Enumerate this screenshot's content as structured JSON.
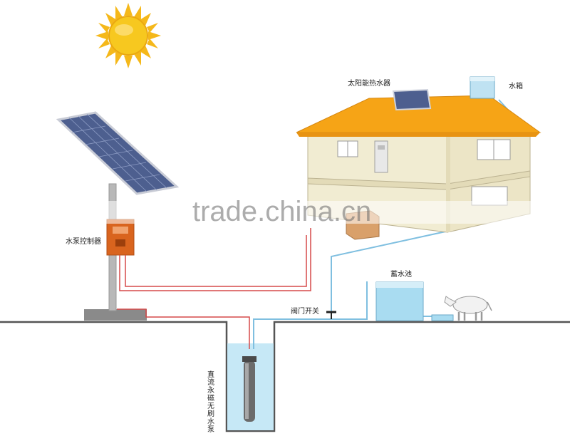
{
  "labels": {
    "solar_water_heater": "太阳能热水器",
    "water_tank": "水箱",
    "pump_controller": "水泵控制器",
    "reservoir": "蓄水池",
    "valve_switch": "阀门开关",
    "dc_pump": "直流永磁无刷水泵"
  },
  "watermark": "trade.china.cn",
  "colors": {
    "sun": "#f5c21a",
    "roof": "#f6a416",
    "wall": "#f1ecd2",
    "panel": "#5a6c9a",
    "controller": "#d9641e",
    "pipe_red": "#d54a4a",
    "pipe_blue": "#7fbfe0",
    "water": "#c6e8f6",
    "ground": "#555555"
  },
  "icons": [
    "sun-icon",
    "solar-panel-icon",
    "house-icon",
    "cow-icon",
    "valve-icon",
    "pump-icon"
  ]
}
